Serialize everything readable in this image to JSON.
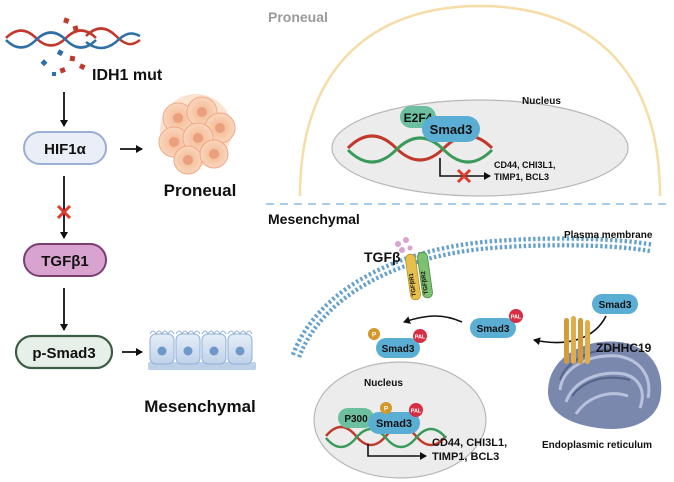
{
  "left": {
    "idh1_label": "IDH1 mut",
    "hif1a_label": "HIF1α",
    "proneual_label": "Proneual",
    "tgfb1_label": "TGFβ1",
    "psmad3_label": "p-Smad3",
    "mesenchymal_label": "Mesenchymal"
  },
  "proneual_panel": {
    "title": "Proneual",
    "nucleus_label": "Nucleus",
    "e2f4_label": "E2F4",
    "smad3_label": "Smad3",
    "genes_line1": "CD44, CHI3L1,",
    "genes_line2": "TIMP1, BCL3"
  },
  "mesenchymal_panel": {
    "title": "Mesenchymal",
    "tgfb_label": "TGFβ",
    "tgfbr1_label": "TGFβR1",
    "tgfbr2_label": "TGFβR2",
    "plasma_membrane_label": "Plasma membrane",
    "smad3_free_label": "Smad3",
    "smad3_pal_label": "Smad3",
    "smad3_ppal_label": "Smad3",
    "pal_badge": "PAL",
    "p_badge": "P",
    "zdhhc19_label": "ZDHHC19",
    "nucleus_label": "Nucleus",
    "p300_label": "P300",
    "smad3_nuc_label": "Smad3",
    "genes_line1": "CD44, CHI3L1,",
    "genes_line2": "TIMP1, BCL3",
    "er_label": "Endoplasmic reticulum"
  },
  "colors": {
    "hif1a_fill": "#e9eef7",
    "hif1a_stroke": "#9aaed6",
    "tgfb1_fill": "#d9a3cf",
    "tgfb1_stroke": "#7a3f72",
    "psmad3_fill": "#e6f0e8",
    "psmad3_stroke": "#3c5e44",
    "dna_red": "#c0392b",
    "dna_blue": "#2e6fa7",
    "dna_green": "#3a9a5a",
    "smad3": "#5aaed3",
    "e2f4": "#6cc0a0",
    "pal": "#d62f43",
    "phospho": "#d4982a",
    "cell_outline": "#f6dca6",
    "dash_line": "#a9cde8",
    "nucleus_fill": "#ececec",
    "membrane": "#4a8fc4",
    "er": "#6c7aa1",
    "zdhhc19": "#d49b3a",
    "cross": "#e03a2f"
  }
}
